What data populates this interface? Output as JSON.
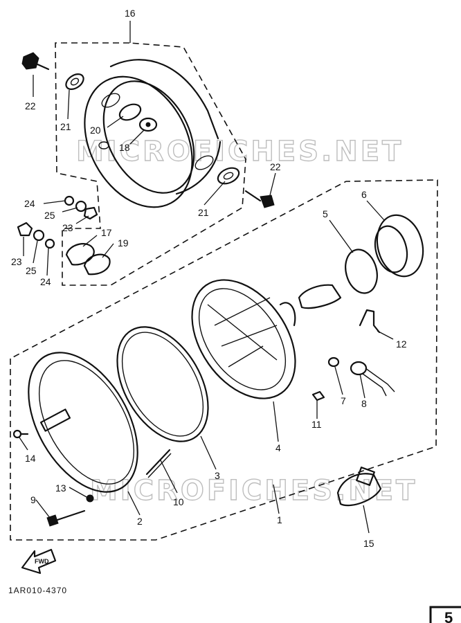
{
  "watermark_text": "MICROFICHES.NET",
  "catalog_code": "1AR010-4370",
  "fwd_label": "FWD",
  "page_tab_text": "5",
  "callouts": {
    "c1": "1",
    "c2": "2",
    "c3": "3",
    "c4": "4",
    "c5": "5",
    "c6": "6",
    "c7": "7",
    "c8": "8",
    "c9": "9",
    "c10": "10",
    "c11": "11",
    "c12": "12",
    "c13": "13",
    "c14": "14",
    "c15": "15",
    "c16": "16",
    "c17": "17",
    "c18": "18",
    "c19": "19",
    "c20": "20",
    "c21a": "21",
    "c21b": "21",
    "c22a": "22",
    "c22b": "22",
    "c23a": "23",
    "c23b": "23",
    "c24a": "24",
    "c24b": "24",
    "c25a": "25",
    "c25b": "25"
  }
}
